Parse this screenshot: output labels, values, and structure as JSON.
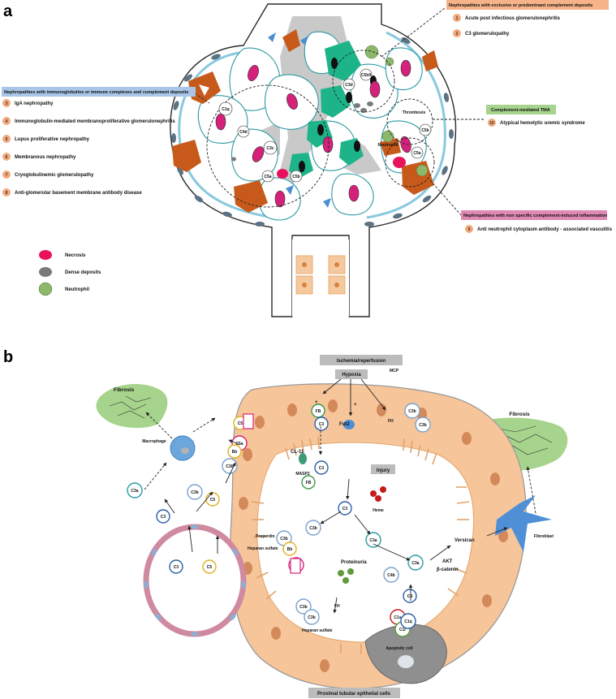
{
  "panel_a": {
    "letter": "a",
    "groups": {
      "immunoglobulin": {
        "header": "Nephropathies with immunoglobulins or immune complexes and complement deposits",
        "items": [
          {
            "num": "3",
            "label": "IgA nephropathy"
          },
          {
            "num": "4",
            "label": "Immunoglobulin-mediated membranoproliferative glomerulonephritis"
          },
          {
            "num": "5",
            "label": "Lupus proliferative nephropathy"
          },
          {
            "num": "6",
            "label": "Membranous nephropathy"
          },
          {
            "num": "7",
            "label": "Cryoglobulinemic glomerulopathy"
          },
          {
            "num": "8",
            "label": "Anti-glomerular basement membrane antibody disease"
          }
        ]
      },
      "complement_exclusive": {
        "header": "Nephropathies with exclusive or predominant complement  deposits",
        "items": [
          {
            "num": "1",
            "label": "Acute post infectious glomerulonephritis"
          },
          {
            "num": "2",
            "label": "C3 glomerulopathy"
          }
        ]
      },
      "tma": {
        "header": "Complement-mediated TMA",
        "items": [
          {
            "num": "10",
            "label": "Atypical hemolytic uremic syndrome"
          }
        ]
      },
      "non_specific": {
        "header": "Nephropathies with non specific complement-induced inflammation",
        "items": [
          {
            "num": "9",
            "label": "Anti neutrophil cytoplasm antibody - associated vasculitis"
          }
        ]
      }
    },
    "legend": [
      {
        "label": "Necrosis",
        "color": "#e8125c"
      },
      {
        "label": "Dense deposits",
        "color": "#7a7a7a"
      },
      {
        "label": "Neutrophil",
        "color": "#8db86a"
      }
    ],
    "in_figure": {
      "c1q": "C1q",
      "c3c": "C3c",
      "c5a": "C5a",
      "c5b": "C5b",
      "c3d": "C3d",
      "c5b_9": "C5b9",
      "c5b_tma": "C5b",
      "thrombosis": "Thrombosis",
      "neutrophil": "Neutrophil",
      "c5a_right": "C5a",
      "c4d": "C4d"
    }
  },
  "panel_b": {
    "letter": "b",
    "labels": {
      "ischemia": "Ischemia/reperfusion",
      "hypoxia": "Hypoxia",
      "injury": "Injury",
      "fibrosis_left": "Fibrosis",
      "fibrosis_right": "Fibrosis",
      "macrophage": "Macrophage",
      "mcp": "MCP",
      "fh_top": "FH",
      "fut2": "Fut2",
      "cl11": "CL-11",
      "masp2": "MASP2",
      "heme": "Heme",
      "properdin": "Properdin",
      "heparan_sulfate_1": "Heparan sulfate",
      "heparan_sulfate_2": "Heparan sulfate",
      "proteinuria": "Proteinuria",
      "fh_bottom": "FH",
      "apoptotic": "Apoptotic cell",
      "versican": "Versican",
      "akt": "AKT",
      "beta_catenin": "β-catenin",
      "fibroblast": "Fibroblast",
      "tubule": "Proximal tubular epithelial cells",
      "plus1": "+",
      "plus2": "+"
    },
    "components": {
      "fb1": "FB",
      "c3_top": "C3",
      "c3_mid": "C3",
      "fb2": "FB",
      "c3b_r1": "C3b",
      "c3b_r2": "C3b",
      "c5a": "C5a",
      "c5": "C5",
      "mac": "MAC",
      "bb": "Bb",
      "c3b_mid": "C3b",
      "c3a_left": "C3a",
      "c3_left": "C3",
      "c3b_left": "C3b",
      "c5_left": "C5",
      "c3_vessel": "C3",
      "c5_vessel": "C5",
      "c3_center": "C3",
      "c3b_center": "C3b",
      "c3a_center": "C3a",
      "c3b_prop": "C3b",
      "bb_prop": "Bb",
      "mac2": "MAC",
      "c4b": "C4b",
      "c4": "C4",
      "c1s": "C1s",
      "c1r": "C1r",
      "c1q": "C1q",
      "c3a_r": "C3a",
      "c3b_fh1": "C3b",
      "c3b_fh2": "C3b"
    }
  }
}
